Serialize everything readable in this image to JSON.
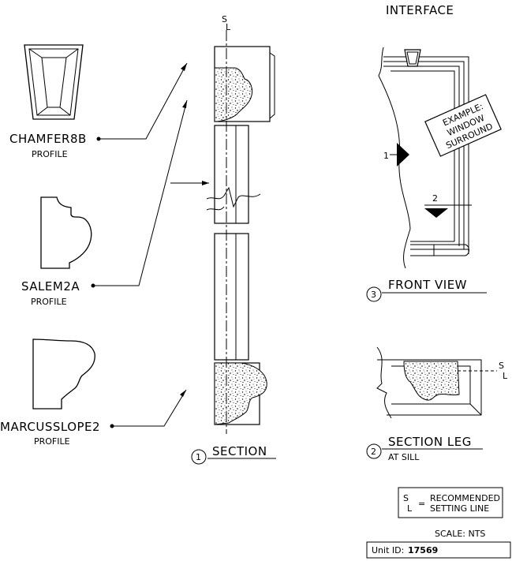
{
  "profiles": [
    {
      "name": "CHAMFER8B",
      "sub": "PROFILE"
    },
    {
      "name": "SALEM2A",
      "sub": "PROFILE"
    },
    {
      "name": "MARCUSSLOPE2",
      "sub": "PROFILE"
    }
  ],
  "centerline": {
    "top": "S",
    "bottom": "L"
  },
  "section": {
    "number": "1",
    "title": "SECTION"
  },
  "interface": {
    "title": "INTERFACE"
  },
  "example_note": [
    "EXAMPLE:",
    "WINDOW",
    "SURROUND"
  ],
  "front_view": {
    "number": "3",
    "title": "FRONT VIEW",
    "callout_1": "1",
    "callout_2": "2"
  },
  "section_leg": {
    "number": "2",
    "title": "SECTION LEG",
    "sub": "AT SILL",
    "cl_top": "S",
    "cl_bottom": "L"
  },
  "legend": {
    "symbol_top": "S",
    "symbol_bottom": "L",
    "equals": "=",
    "line1": "RECOMMENDED",
    "line2": "SETTING LINE"
  },
  "scale": "SCALE: NTS",
  "unit": {
    "label": "Unit ID:",
    "value": "17569"
  }
}
